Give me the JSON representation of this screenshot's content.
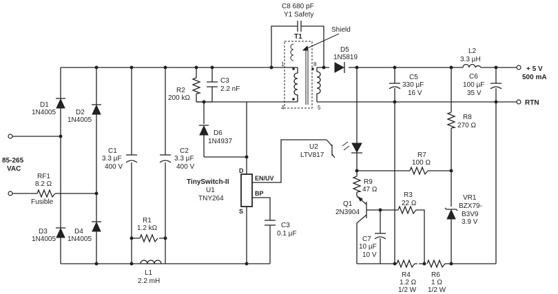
{
  "components": {
    "c8": {
      "ref": "C8 680 pF",
      "note": "Y1 Safety"
    },
    "t1": {
      "ref": "T1",
      "pin1": "1",
      "pin8": "8",
      "pin4": "4",
      "pin5": "5"
    },
    "shield": "Shield",
    "d5": {
      "ref": "D5",
      "part": "1N5819"
    },
    "l2": {
      "ref": "L2",
      "value": "3.3 µH"
    },
    "c5": {
      "ref": "C5",
      "value": "330 µF",
      "rating": "16 V"
    },
    "c6": {
      "ref": "C6",
      "value": "100 µF",
      "rating": "35 V"
    },
    "r8": {
      "ref": "R8",
      "value": "270 Ω"
    },
    "r7": {
      "ref": "R7",
      "value": "100 Ω"
    },
    "vr1": {
      "ref": "VR1",
      "part1": "BZX79-",
      "part2": "B3V9",
      "value": "3.9 V"
    },
    "r6": {
      "ref": "R6",
      "value": "1 Ω",
      "rating": "1/2 W"
    },
    "r4": {
      "ref": "R4",
      "value": "1.2 Ω",
      "rating": "1/2 W"
    },
    "r3": {
      "ref": "R3",
      "value": "22 Ω"
    },
    "r9": {
      "ref": "R9",
      "value": "47 Ω"
    },
    "q1": {
      "ref": "Q1",
      "part": "2N3904"
    },
    "c7": {
      "ref": "C7",
      "value": "10 µF",
      "rating": "10 V"
    },
    "u2": {
      "ref": "U2",
      "part": "LTV817"
    },
    "u1": {
      "family": "TinySwitch-II",
      "ref": "U1",
      "part": "TNY264",
      "pin_d": "D",
      "pin_s": "S",
      "pin_en": "EN/UV",
      "pin_bp": "BP"
    },
    "c3_bp": {
      "ref": "C3",
      "value": "0.1 µF"
    },
    "r2": {
      "ref": "R2",
      "value": "200 kΩ"
    },
    "c3_clamp": {
      "ref": "C3",
      "value": "2.2 nF"
    },
    "d6": {
      "ref": "D6",
      "part": "1N4937"
    },
    "c1": {
      "ref": "C1",
      "value": "3.3 µF",
      "rating": "400 V"
    },
    "c2": {
      "ref": "C2",
      "value": "3.3 µF",
      "rating": "400 V"
    },
    "r1": {
      "ref": "R1",
      "value": "1.2 kΩ"
    },
    "l1": {
      "ref": "L1",
      "value": "2.2 mH"
    },
    "d1": {
      "ref": "D1",
      "part": "1N4005"
    },
    "d2": {
      "ref": "D2",
      "part": "1N4005"
    },
    "d3": {
      "ref": "D3",
      "part": "1N4005"
    },
    "d4": {
      "ref": "D4",
      "part": "1N4005"
    },
    "rf1": {
      "ref": "RF1",
      "value": "8.2 Ω",
      "note": "Fusible"
    }
  },
  "input": {
    "line1": "85-265",
    "line2": "VAC"
  },
  "output": {
    "voltage": "+ 5 V",
    "current": "500 mA",
    "rtn": "RTN"
  }
}
